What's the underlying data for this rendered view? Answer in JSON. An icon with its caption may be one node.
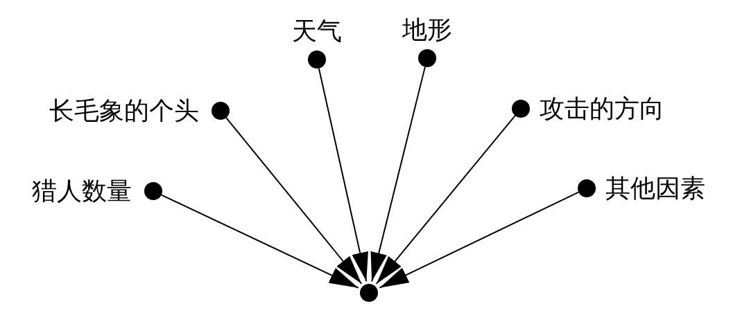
{
  "diagram": {
    "nodes": [
      {
        "text": [
          "猎人数量"
        ]
      },
      {
        "text": [
          "长毛象的个头"
        ]
      },
      {
        "text": [
          "天气"
        ]
      },
      {
        "text": [
          "地形"
        ]
      },
      {
        "text": [
          "攻击的方向"
        ]
      },
      {
        "text": [
          "其他因素"
        ]
      },
      {
        "text": [],
        "shape": "circle"
      }
    ],
    "edges": [
      {
        "from": 0,
        "to": 6,
        "arrow": "to"
      },
      {
        "from": 1,
        "to": 6,
        "arrow": "to"
      },
      {
        "from": 2,
        "to": 6,
        "arrow": "to"
      },
      {
        "from": 3,
        "to": 6,
        "arrow": "to"
      },
      {
        "from": 4,
        "to": 6,
        "arrow": "to"
      },
      {
        "from": 5,
        "to": 6,
        "arrow": "to"
      }
    ]
  }
}
